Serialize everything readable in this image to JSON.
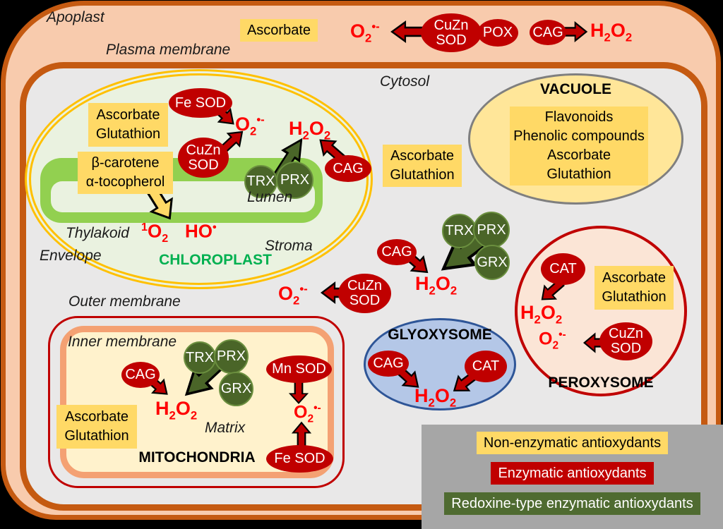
{
  "regions": {
    "apoplast": {
      "label": "Apoplast"
    },
    "plasma_membrane": {
      "label": "Plasma membrane"
    },
    "cytosol": {
      "label": "Cytosol"
    },
    "chloroplast": {
      "name": "CHLOROPLAST",
      "envelope": "Envelope",
      "thylakoid": "Thylakoid",
      "lumen": "Lumen",
      "stroma": "Stroma"
    },
    "vacuole": {
      "name": "VACUOLE",
      "contents": [
        "Flavonoids",
        "Phenolic compounds",
        "Ascorbate",
        "Glutathion"
      ]
    },
    "mitochondria": {
      "name": "MITOCHONDRIA",
      "outer_membrane": "Outer membrane",
      "inner_membrane": "Inner membrane",
      "matrix": "Matrix"
    },
    "glyoxysome": {
      "name": "GLYOXYSOME"
    },
    "peroxysome": {
      "name": "PEROXYSOME"
    }
  },
  "molecules": {
    "ascorbate": "Ascorbate",
    "ascorbate_glutathion": {
      "line1": "Ascorbate",
      "line2": "Glutathion"
    },
    "carotene_tocopherol": {
      "line1": "β-carotene",
      "line2": "α-tocopherol"
    }
  },
  "enzymes": {
    "cuzn_sod": {
      "line1": "CuZn",
      "line2": "SOD"
    },
    "fe_sod": "Fe SOD",
    "mn_sod": "Mn SOD",
    "pox": "POX",
    "cag": "CAG",
    "cat": "CAT",
    "trx": "TRX",
    "prx": "PRX",
    "grx": "GRX"
  },
  "formulas": {
    "superoxide": [
      {
        "t": "O"
      },
      {
        "t": "2",
        "s": "sub"
      },
      {
        "t": "•-",
        "s": "sup"
      }
    ],
    "h2o2": [
      {
        "t": "H"
      },
      {
        "t": "2",
        "s": "sub"
      },
      {
        "t": "O"
      },
      {
        "t": "2",
        "s": "sub"
      }
    ],
    "singlet_oxygen": [
      {
        "t": "1",
        "s": "sup"
      },
      {
        "t": "O"
      },
      {
        "t": "2",
        "s": "sub"
      }
    ],
    "hydroxyl_radical": [
      {
        "t": "HO"
      },
      {
        "t": "•",
        "s": "sup"
      }
    ]
  },
  "legend": {
    "items": [
      {
        "label": "Non-enzymatic antioxydants",
        "bg": "#ffd966",
        "fg": "#000000"
      },
      {
        "label": "Enzymatic antioxydants",
        "bg": "#c00000",
        "fg": "#ffffff"
      },
      {
        "label": "Redoxine-type enzymatic antioxydants",
        "bg": "#4f6b31",
        "fg": "#ffffff"
      }
    ]
  },
  "colors": {
    "cell_wall": "#c55a11",
    "apoplast_fill": "#f8cbad",
    "cytosol_fill": "#e9e8e8",
    "chloroplast_border": "#ffc000",
    "chloroplast_fill": "#eaf2e0",
    "thylakoid_green": "#92d050",
    "enzyme_red": "#c00000",
    "redoxin_green": "#4a6528",
    "ros_red": "#ff0000",
    "nonenzymatic_yellow": "#ffd966",
    "vacuole_fill": "#ffe699",
    "vacuole_border": "#7f7f7f",
    "mitochondria_fill": "#fff2cc",
    "mitochondria_inner_border": "#f4a173",
    "glyoxysome_fill": "#b4c7e7",
    "glyoxysome_border": "#2e5597",
    "peroxysome_fill": "#fbe5d6",
    "legend_bg": "#a6a6a6",
    "chloroplast_title": "#00b050"
  }
}
